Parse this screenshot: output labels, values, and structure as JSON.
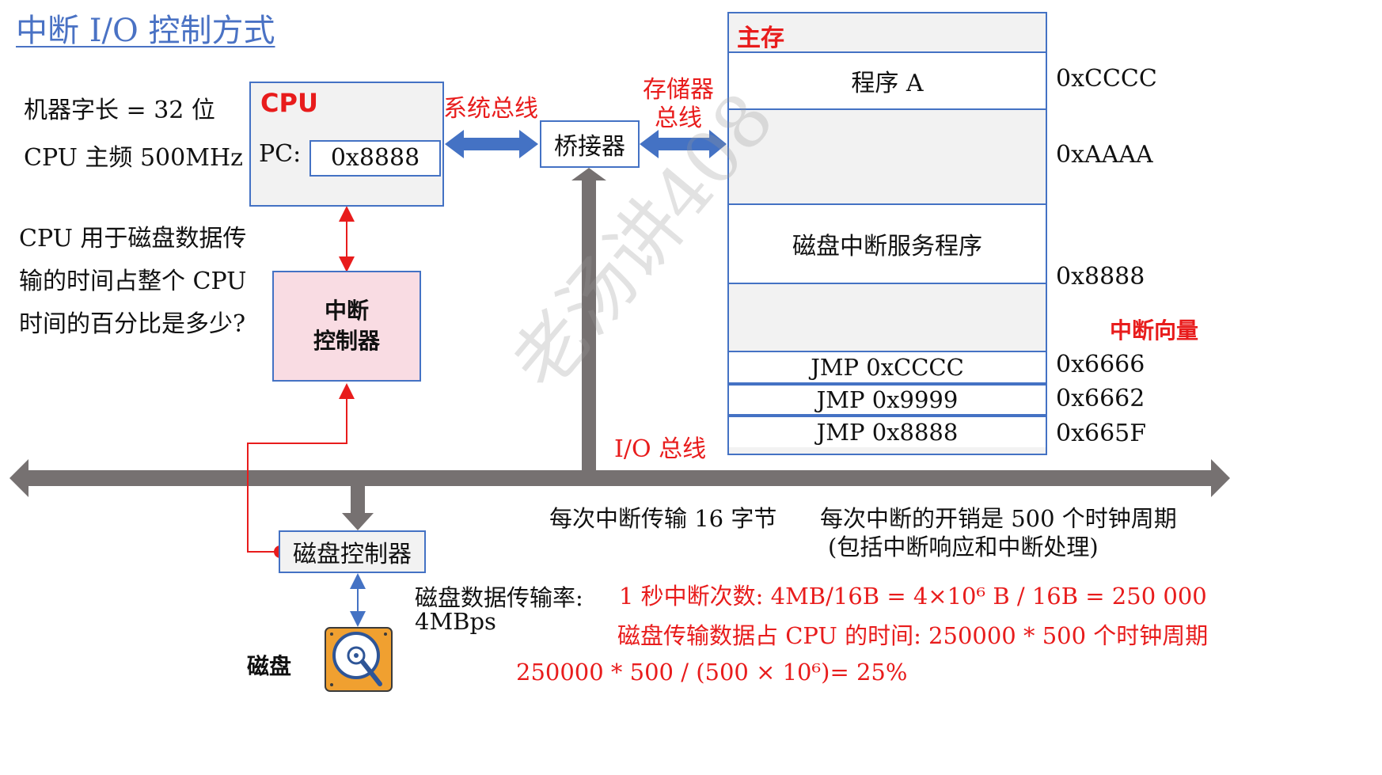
{
  "title": "中断 I/O 控制方式",
  "left_info": {
    "word_length": "机器字长 = 32 位",
    "cpu_freq": "CPU 主频 500MHz",
    "question_lines": [
      "CPU 用于磁盘数据传",
      "输的时间占整个 CPU",
      "时间的百分比是多少?"
    ]
  },
  "cpu": {
    "label": "CPU",
    "pc_label": "PC:",
    "pc_value": "0x8888"
  },
  "system_bus_label": "系统总线",
  "bridge_label": "桥接器",
  "memory_bus_label": [
    "存储器",
    "总线"
  ],
  "memory": {
    "label": "主存",
    "rows": [
      {
        "text": "程序 A",
        "addr": "0xCCCC"
      },
      {
        "text": "",
        "addr": "0xAAAA"
      },
      {
        "text": "磁盘中断服务程序",
        "addr": "0x8888"
      },
      {
        "text": "",
        "addr": ""
      }
    ],
    "vector_label": "中断向量",
    "vectors": [
      {
        "text": "JMP 0xCCCC",
        "addr": "0x6666"
      },
      {
        "text": "JMP 0x9999",
        "addr": "0x6662"
      },
      {
        "text": "JMP 0x8888",
        "addr": "0x665F"
      }
    ]
  },
  "interrupt_controller_lines": [
    "中断",
    "控制器"
  ],
  "io_bus_label": "I/O 总线",
  "disk_controller_label": "磁盘控制器",
  "disk_label": "磁盘",
  "disk_rate_lines": [
    "磁盘数据传输率:",
    "4MBps"
  ],
  "notes": {
    "per_interrupt": "每次中断传输 16 字节",
    "overhead": "每次中断的开销是 500 个时钟周期",
    "overhead_detail": "(包括中断响应和中断处理)"
  },
  "calc": {
    "line1": "1 秒中断次数: 4MB/16B = 4×10⁶ B / 16B = 250 000",
    "line2": "磁盘传输数据占 CPU 的时间: 250000 * 500 个时钟周期",
    "line3": "250000 * 500 / (500 × 10⁶)= 25%"
  },
  "watermark": "老汤讲408",
  "colors": {
    "title": "#4a72c4",
    "box_border": "#4472c4",
    "accent_red": "#e81c1c",
    "bus_gray": "#767171",
    "arrow_blue": "#4472c4",
    "controller_fill": "#f9dce3",
    "disk_orange": "#f0a030"
  }
}
